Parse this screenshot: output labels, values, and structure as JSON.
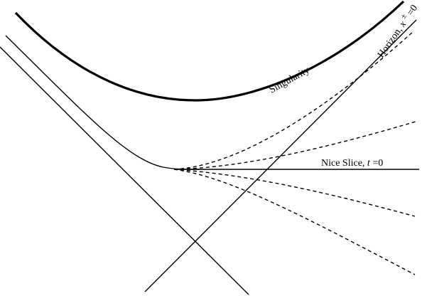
{
  "labels": {
    "singularity": "Singularity",
    "horizon_prefix": "Horizon, ",
    "horizon_var": "x",
    "horizon_sup": "±",
    "horizon_eq": "=0",
    "nice_slice_prefix": "Nice Slice, ",
    "nice_slice_var": "t",
    "nice_slice_eq": "=0"
  },
  "colors": {
    "ink": "#000000",
    "background": "#ffffff"
  },
  "line_styles": {
    "singularity": "thick-solid",
    "horizon": "thin-solid",
    "nice_slice": "thin-solid",
    "other_slices": "dashed"
  }
}
